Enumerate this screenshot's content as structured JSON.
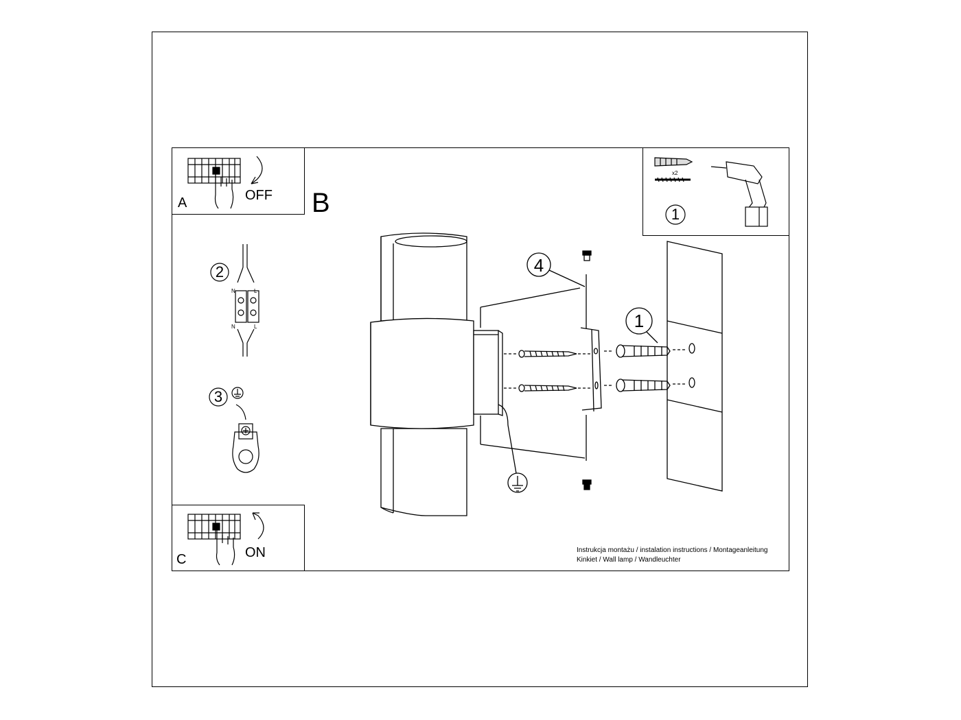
{
  "steps": {
    "a": {
      "letter": "A",
      "action": "OFF"
    },
    "b": {
      "letter": "B"
    },
    "c": {
      "letter": "C",
      "action": "ON"
    }
  },
  "tools_panel": {
    "count_label": "x2",
    "callout": "1"
  },
  "callouts": {
    "wire_connection": "2",
    "earth_connection": "3",
    "mounting_bracket": "4",
    "wall_plug": "1",
    "wire_left": "N",
    "wire_right": "L"
  },
  "caption": {
    "line1": "Instrukcja montażu / instalation instructions / Montageanleitung",
    "line2": "Kinkiet / Wall lamp / Wandleuchter"
  }
}
